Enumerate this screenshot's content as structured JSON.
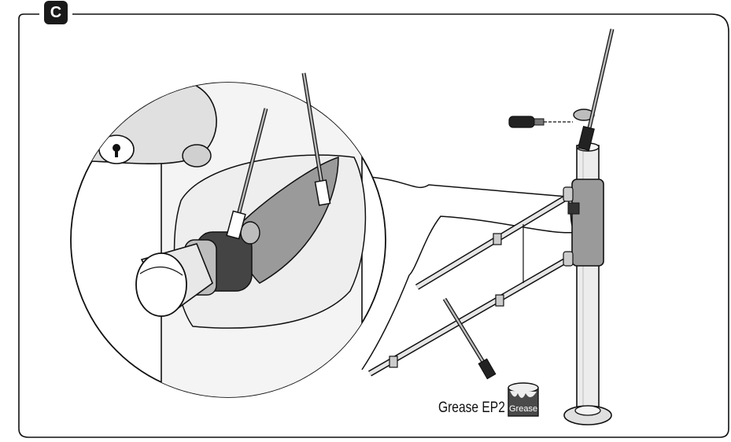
{
  "figure": {
    "badge_letter": "C",
    "grease_label": "Grease EP2",
    "can_label": "Grease"
  },
  "colors": {
    "line": "#111111",
    "shade_light": "#e6e6e6",
    "shade_mid": "#bdbdbd",
    "shade_dark": "#8a8a8a",
    "badge_bg": "#1a1a1a"
  }
}
